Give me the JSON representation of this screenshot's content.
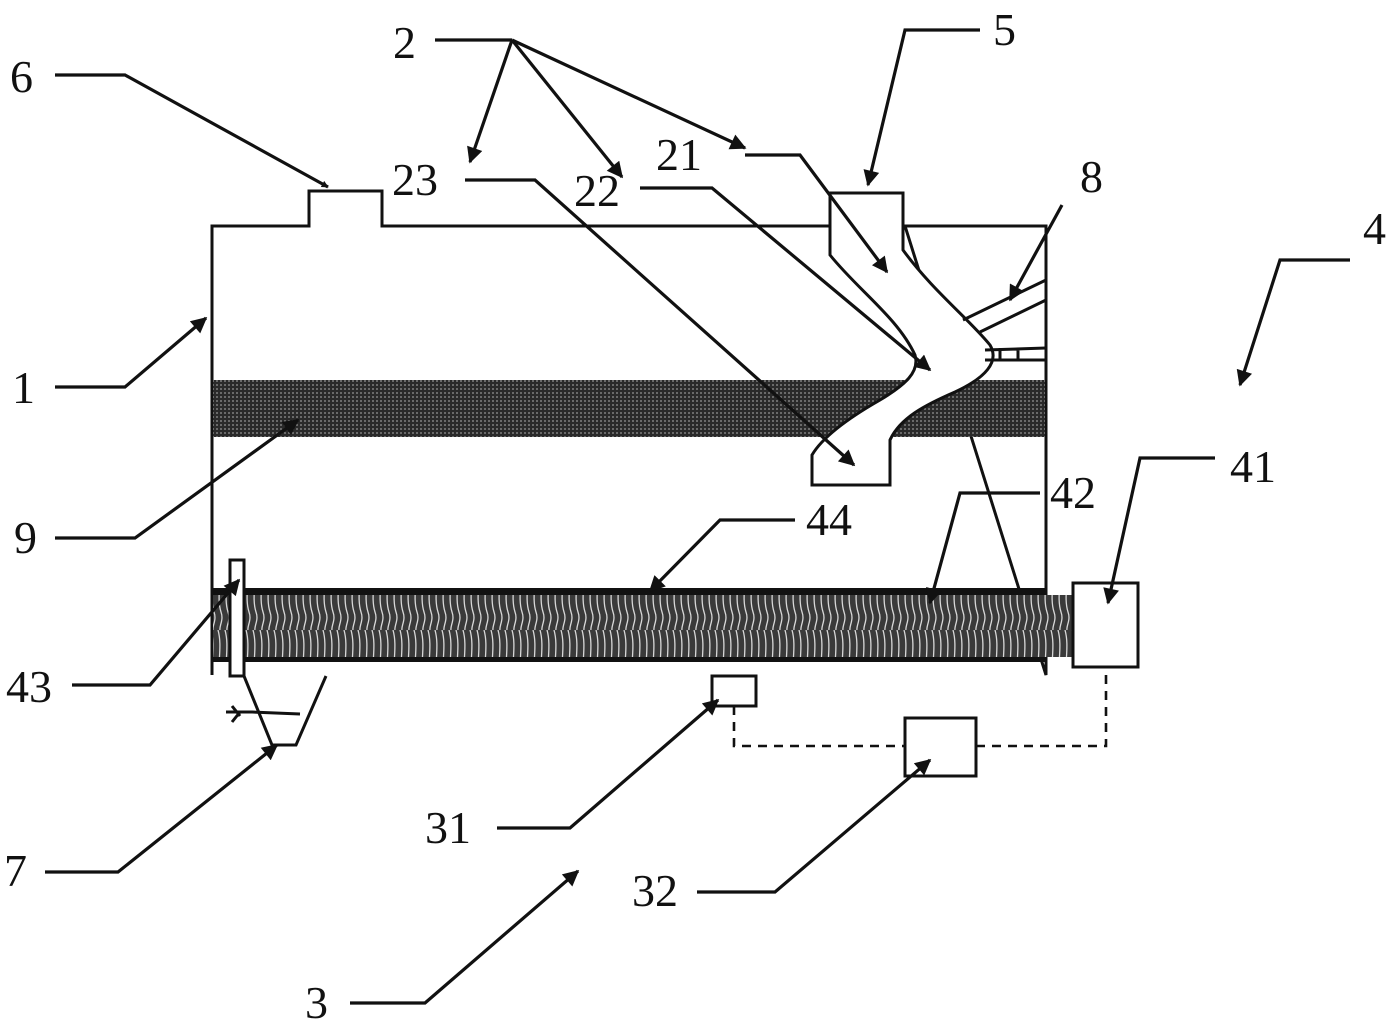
{
  "labels": {
    "l1": "1",
    "l2": "2",
    "l3": "3",
    "l4": "4",
    "l5": "5",
    "l6": "6",
    "l7": "7",
    "l8": "8",
    "l9": "9",
    "l21": "21",
    "l22": "22",
    "l23": "23",
    "l31": "31",
    "l32": "32",
    "l41": "41",
    "l42": "42",
    "l43": "43",
    "l44": "44"
  }
}
